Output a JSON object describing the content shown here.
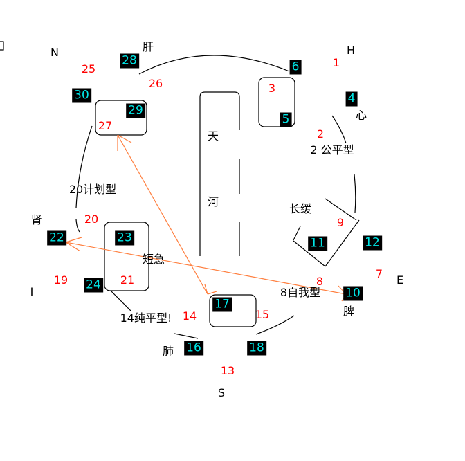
{
  "directions": {
    "n": "N",
    "h": "H",
    "e": "E",
    "i": "I",
    "s": "S"
  },
  "organs": {
    "liver": "肝",
    "heart": "心",
    "spleen": "脾",
    "lung": "肺",
    "kidney": "肾"
  },
  "river": [
    "天",
    "河"
  ],
  "types": {
    "fair": "2 公平型",
    "slow": "长缓",
    "plan": "20计划型",
    "quick": "短急",
    "self": "8自我型",
    "pure": "14纯平型!"
  },
  "red_numbers": [
    "1",
    "2",
    "3",
    "7",
    "8",
    "9",
    "13",
    "14",
    "15",
    "19",
    "20",
    "21",
    "25",
    "26",
    "27"
  ],
  "boxed_numbers": [
    "4",
    "5",
    "6",
    "10",
    "11",
    "12",
    "16",
    "17",
    "18",
    "22",
    "23",
    "24",
    "28",
    "29",
    "30"
  ],
  "colors": {
    "arrow": "#ff7f3f",
    "red": "#ff0000",
    "box_text": "#00e5e5"
  }
}
